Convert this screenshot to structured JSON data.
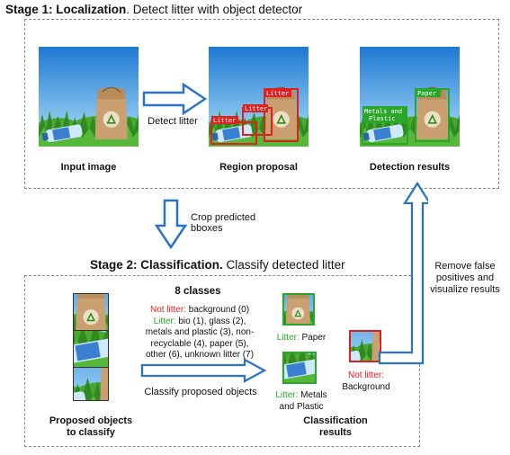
{
  "stage1": {
    "title_bold": "Stage 1: Localization",
    "title_rest": ". Detect litter with object detector",
    "input_label": "Input image",
    "arrow_label": "Detect litter",
    "region_label": "Region proposal",
    "detection_label": "Detection results",
    "region_boxes": [
      "Litter",
      "Litter",
      "Litter"
    ],
    "detection_boxes": [
      "Paper",
      "Metals and",
      "Plastic"
    ]
  },
  "crop_label_line1": "Crop predicted",
  "crop_label_line2": "bboxes",
  "remove_label_line1": "Remove false",
  "remove_label_line2": "positives and",
  "remove_label_line3": "visualize results",
  "stage2": {
    "title_bold": "Stage 2: Classification.",
    "title_rest": " Classify detected litter",
    "classes_title": "8 classes",
    "not_litter_prefix": "Not litter:",
    "not_litter_rest": " background (0)",
    "litter_prefix": "Litter:",
    "litter_rest_line1": " bio (1), glass (2),",
    "litter_line2": "metals and plastic (3), non-",
    "litter_line3": "recyclable (4), paper (5),",
    "litter_line4": "other (6), unknown litter (7)",
    "classify_label": "Classify proposed objects",
    "proposed_label_line1": "Proposed objects",
    "proposed_label_line2": "to classify",
    "results_label_line1": "Classification",
    "results_label_line2": "results",
    "paper_prefix": "Litter:",
    "paper_rest": " Paper",
    "metals_prefix": "Litter:",
    "metals_rest": " Metals",
    "metals_line2": "and Plastic",
    "bg_prefix": "Not litter:",
    "bg_line2": "Background"
  },
  "colors": {
    "sky_top": "#1e78d2",
    "sky_bottom": "#8cc8f0",
    "grass": "#3f9a2a",
    "bag": "#caa070",
    "arrow_blue": "#2b74c5",
    "box_red": "#e02020",
    "box_green": "#2aa62a",
    "dash": "#8a8a8a"
  }
}
